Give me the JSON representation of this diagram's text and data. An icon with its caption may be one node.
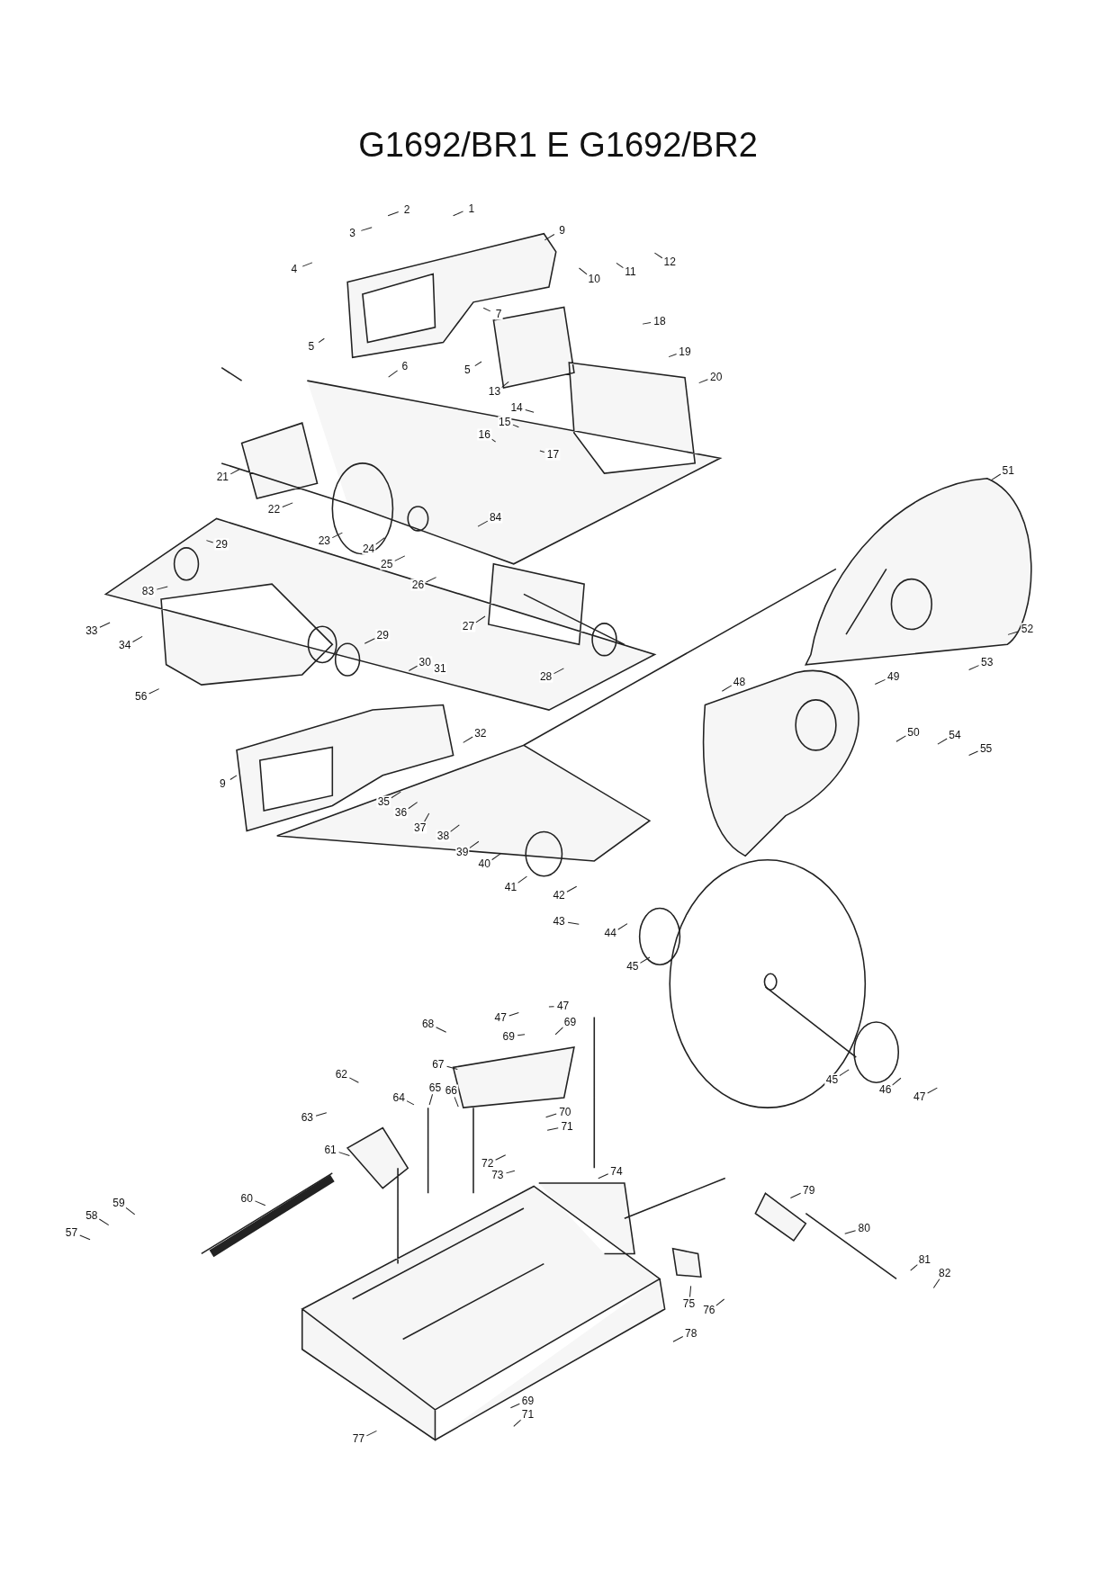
{
  "diagram": {
    "title": "G1692/BR1 E G1692/BR2",
    "nodes": [
      {
        "text": [
          "1"
        ]
      },
      {
        "text": [
          "2"
        ]
      },
      {
        "text": [
          "3"
        ]
      },
      {
        "text": [
          "9"
        ]
      },
      {
        "text": [
          "4"
        ]
      },
      {
        "text": [
          "10"
        ]
      },
      {
        "text": [
          "11"
        ]
      },
      {
        "text": [
          "12"
        ]
      },
      {
        "text": [
          "7"
        ]
      },
      {
        "text": [
          "18"
        ]
      },
      {
        "text": [
          "5"
        ]
      },
      {
        "text": [
          "5"
        ]
      },
      {
        "text": [
          "19"
        ]
      },
      {
        "text": [
          "6"
        ]
      },
      {
        "text": [
          "13"
        ]
      },
      {
        "text": [
          "20"
        ]
      },
      {
        "text": [
          "14"
        ]
      },
      {
        "text": [
          "15"
        ]
      },
      {
        "text": [
          "16"
        ]
      },
      {
        "text": [
          "17"
        ]
      },
      {
        "text": [
          "21"
        ]
      },
      {
        "text": [
          "22"
        ]
      },
      {
        "text": [
          "23"
        ]
      },
      {
        "text": [
          "24"
        ]
      },
      {
        "text": [
          "84"
        ]
      },
      {
        "text": [
          "25"
        ]
      },
      {
        "text": [
          "26"
        ]
      },
      {
        "text": [
          "27"
        ]
      },
      {
        "text": [
          "28"
        ]
      },
      {
        "text": [
          "29"
        ]
      },
      {
        "text": [
          "83"
        ]
      },
      {
        "text": [
          "33"
        ]
      },
      {
        "text": [
          "34"
        ]
      },
      {
        "text": [
          "29"
        ]
      },
      {
        "text": [
          "30"
        ]
      },
      {
        "text": [
          "56"
        ]
      },
      {
        "text": [
          "51"
        ]
      },
      {
        "text": [
          "52"
        ]
      },
      {
        "text": [
          "53"
        ]
      },
      {
        "text": [
          "48"
        ]
      },
      {
        "text": [
          "49"
        ]
      },
      {
        "text": [
          "50"
        ]
      },
      {
        "text": [
          "54"
        ]
      },
      {
        "text": [
          "55"
        ]
      },
      {
        "text": [
          "32"
        ]
      },
      {
        "text": [
          "9"
        ]
      },
      {
        "text": [
          "35"
        ]
      },
      {
        "text": [
          "36"
        ]
      },
      {
        "text": [
          "37"
        ]
      },
      {
        "text": [
          "38"
        ]
      },
      {
        "text": [
          "39"
        ]
      },
      {
        "text": [
          "40"
        ]
      },
      {
        "text": [
          "41"
        ]
      },
      {
        "text": [
          "42"
        ]
      },
      {
        "text": [
          "43"
        ]
      },
      {
        "text": [
          "44"
        ]
      },
      {
        "text": [
          "45"
        ]
      },
      {
        "text": [
          "47"
        ]
      },
      {
        "text": [
          "47"
        ]
      },
      {
        "text": [
          "69"
        ]
      },
      {
        "text": [
          "69"
        ]
      },
      {
        "text": [
          "68"
        ]
      },
      {
        "text": [
          "67"
        ]
      },
      {
        "text": [
          "62"
        ]
      },
      {
        "text": [
          "64"
        ]
      },
      {
        "text": [
          "65"
        ]
      },
      {
        "text": [
          "66"
        ]
      },
      {
        "text": [
          "63"
        ]
      },
      {
        "text": [
          "70"
        ]
      },
      {
        "text": [
          "71"
        ]
      },
      {
        "text": [
          "45"
        ]
      },
      {
        "text": [
          "46"
        ]
      },
      {
        "text": [
          "47"
        ]
      },
      {
        "text": [
          "61"
        ]
      },
      {
        "text": [
          "72"
        ]
      },
      {
        "text": [
          "73"
        ]
      },
      {
        "text": [
          "74"
        ]
      },
      {
        "text": [
          "79"
        ]
      },
      {
        "text": [
          "60"
        ]
      },
      {
        "text": [
          "59"
        ]
      },
      {
        "text": [
          "58"
        ]
      },
      {
        "text": [
          "57"
        ]
      },
      {
        "text": [
          "80"
        ]
      },
      {
        "text": [
          "81"
        ]
      },
      {
        "text": [
          "82"
        ]
      },
      {
        "text": [
          "75"
        ]
      },
      {
        "text": [
          "76"
        ]
      },
      {
        "text": [
          "78"
        ]
      },
      {
        "text": [
          "69"
        ]
      },
      {
        "text": [
          "71"
        ]
      },
      {
        "text": [
          "77"
        ]
      }
    ],
    "edges": [
      {
        "from": 0,
        "to": null,
        "arrow": "none"
      },
      {
        "from": 1,
        "to": null,
        "arrow": "none"
      },
      {
        "from": 2,
        "to": null,
        "arrow": "none"
      },
      {
        "from": 3,
        "to": null,
        "arrow": "none"
      },
      {
        "from": 4,
        "to": null,
        "arrow": "none"
      },
      {
        "from": 5,
        "to": null,
        "arrow": "none"
      },
      {
        "from": 6,
        "to": null,
        "arrow": "none"
      },
      {
        "from": 7,
        "to": null,
        "arrow": "none"
      },
      {
        "from": 8,
        "to": null,
        "arrow": "none"
      },
      {
        "from": 9,
        "to": null,
        "arrow": "none"
      },
      {
        "from": 10,
        "to": null,
        "arrow": "none"
      },
      {
        "from": 11,
        "to": null,
        "arrow": "none"
      },
      {
        "from": 12,
        "to": null,
        "arrow": "none"
      },
      {
        "from": 13,
        "to": null,
        "arrow": "none"
      },
      {
        "from": 14,
        "to": null,
        "arrow": "none"
      },
      {
        "from": 15,
        "to": null,
        "arrow": "none"
      },
      {
        "from": 16,
        "to": null,
        "arrow": "none"
      },
      {
        "from": 17,
        "to": null,
        "arrow": "none"
      },
      {
        "from": 18,
        "to": null,
        "arrow": "none"
      },
      {
        "from": 19,
        "to": null,
        "arrow": "none"
      },
      {
        "from": 20,
        "to": null,
        "arrow": "none"
      },
      {
        "from": 21,
        "to": null,
        "arrow": "none"
      },
      {
        "from": 22,
        "to": null,
        "arrow": "none"
      },
      {
        "from": 23,
        "to": null,
        "arrow": "none"
      },
      {
        "from": 24,
        "to": null,
        "arrow": "none"
      },
      {
        "from": 25,
        "to": null,
        "arrow": "none"
      },
      {
        "from": 26,
        "to": null,
        "arrow": "none"
      },
      {
        "from": 27,
        "to": null,
        "arrow": "none"
      },
      {
        "from": 28,
        "to": null,
        "arrow": "none"
      },
      {
        "from": 29,
        "to": null,
        "arrow": "none"
      },
      {
        "from": 30,
        "to": null,
        "arrow": "none"
      },
      {
        "from": 31,
        "to": null,
        "arrow": "none"
      },
      {
        "from": 32,
        "to": null,
        "arrow": "none"
      },
      {
        "from": 33,
        "to": null,
        "arrow": "none"
      },
      {
        "from": 34,
        "to": null,
        "arrow": "none"
      },
      {
        "from": 35,
        "to": null,
        "arrow": "none"
      },
      {
        "from": 36,
        "to": null,
        "arrow": "none"
      },
      {
        "from": 37,
        "to": null,
        "arrow": "none"
      },
      {
        "from": 38,
        "to": null,
        "arrow": "none"
      },
      {
        "from": 39,
        "to": null,
        "arrow": "none"
      },
      {
        "from": 40,
        "to": null,
        "arrow": "none"
      },
      {
        "from": 41,
        "to": null,
        "arrow": "none"
      },
      {
        "from": 42,
        "to": null,
        "arrow": "none"
      },
      {
        "from": 43,
        "to": null,
        "arrow": "none"
      },
      {
        "from": 44,
        "to": null,
        "arrow": "none"
      },
      {
        "from": 45,
        "to": null,
        "arrow": "none"
      },
      {
        "from": 46,
        "to": null,
        "arrow": "none"
      },
      {
        "from": 47,
        "to": null,
        "arrow": "none"
      },
      {
        "from": 48,
        "to": null,
        "arrow": "none"
      },
      {
        "from": 49,
        "to": null,
        "arrow": "none"
      },
      {
        "from": 50,
        "to": null,
        "arrow": "none"
      },
      {
        "from": 51,
        "to": null,
        "arrow": "none"
      },
      {
        "from": 52,
        "to": null,
        "arrow": "none"
      },
      {
        "from": 53,
        "to": null,
        "arrow": "none"
      },
      {
        "from": 54,
        "to": null,
        "arrow": "none"
      },
      {
        "from": 55,
        "to": null,
        "arrow": "none"
      },
      {
        "from": 56,
        "to": null,
        "arrow": "none"
      },
      {
        "from": 57,
        "to": null,
        "arrow": "none"
      },
      {
        "from": 58,
        "to": null,
        "arrow": "none"
      },
      {
        "from": 59,
        "to": null,
        "arrow": "none"
      },
      {
        "from": 60,
        "to": null,
        "arrow": "none"
      },
      {
        "from": 61,
        "to": null,
        "arrow": "none"
      },
      {
        "from": 62,
        "to": null,
        "arrow": "none"
      },
      {
        "from": 63,
        "to": null,
        "arrow": "none"
      },
      {
        "from": 64,
        "to": null,
        "arrow": "none"
      },
      {
        "from": 65,
        "to": null,
        "arrow": "none"
      },
      {
        "from": 66,
        "to": null,
        "arrow": "none"
      },
      {
        "from": 67,
        "to": null,
        "arrow": "none"
      },
      {
        "from": 68,
        "to": null,
        "arrow": "none"
      },
      {
        "from": 69,
        "to": null,
        "arrow": "none"
      },
      {
        "from": 70,
        "to": null,
        "arrow": "none"
      },
      {
        "from": 71,
        "to": null,
        "arrow": "none"
      },
      {
        "from": 72,
        "to": null,
        "arrow": "none"
      },
      {
        "from": 73,
        "to": null,
        "arrow": "none"
      },
      {
        "from": 74,
        "to": null,
        "arrow": "none"
      },
      {
        "from": 75,
        "to": null,
        "arrow": "none"
      },
      {
        "from": 76,
        "to": null,
        "arrow": "none"
      },
      {
        "from": 77,
        "to": null,
        "arrow": "none"
      },
      {
        "from": 78,
        "to": null,
        "arrow": "none"
      },
      {
        "from": 79,
        "to": null,
        "arrow": "none"
      },
      {
        "from": 80,
        "to": null,
        "arrow": "none"
      },
      {
        "from": 81,
        "to": null,
        "arrow": "none"
      },
      {
        "from": 82,
        "to": null,
        "arrow": "none"
      },
      {
        "from": 83,
        "to": null,
        "arrow": "none"
      },
      {
        "from": 84,
        "to": null,
        "arrow": "none"
      },
      {
        "from": 85,
        "to": null,
        "arrow": "none"
      },
      {
        "from": 86,
        "to": null,
        "arrow": "none"
      },
      {
        "from": 87,
        "to": null,
        "arrow": "none"
      },
      {
        "from": 88,
        "to": null,
        "arrow": "none"
      },
      {
        "from": 89,
        "to": null,
        "arrow": "none"
      },
      {
        "from": 90,
        "to": null,
        "arrow": "none"
      }
    ],
    "labels": [
      "31"
    ]
  }
}
